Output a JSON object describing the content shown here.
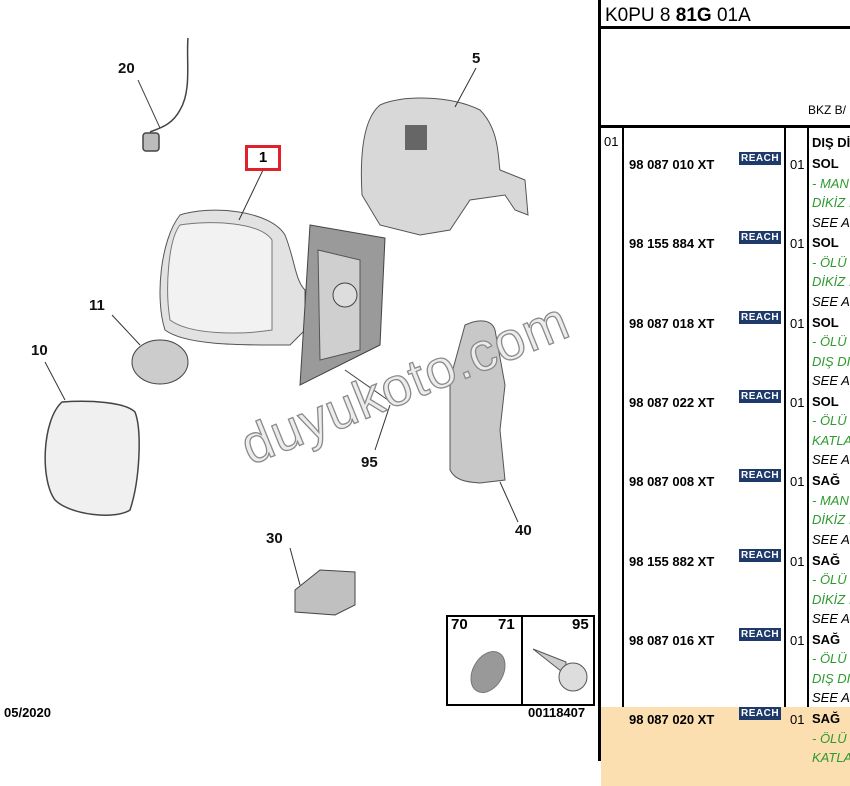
{
  "diagram": {
    "callouts": {
      "c20": "20",
      "c5": "5",
      "c1": "1",
      "c11": "11",
      "c10": "10",
      "c95": "95",
      "c40": "40",
      "c30": "30"
    },
    "inset": {
      "labels": [
        "70",
        "71",
        "95"
      ]
    },
    "reference": "00118407",
    "date": "05/2020",
    "watermark": "duyukoto.com"
  },
  "panel": {
    "title_prefix": "K0PU 8 ",
    "title_bold": "81G",
    "title_suffix": " 01A",
    "bkz": "BKZ B/",
    "group": "01",
    "group_title": "DIŞ Dİ",
    "badge": "REACH",
    "rows": [
      {
        "pn": "98 087 010 XT",
        "qty": "01",
        "side": "SOL",
        "g1": "- MAN",
        "g2": "DİKİZ .",
        "see": "SEE A"
      },
      {
        "pn": "98 155 884 XT",
        "qty": "01",
        "side": "SOL",
        "g1": "- ÖLÜ",
        "g2": "DİKİZ .",
        "see": "SEE A"
      },
      {
        "pn": "98 087 018 XT",
        "qty": "01",
        "side": "SOL",
        "g1": "- ÖLÜ",
        "g2": "DIŞ DI",
        "see": "SEE A"
      },
      {
        "pn": "98 087 022 XT",
        "qty": "01",
        "side": "SOL",
        "g1": "- ÖLÜ",
        "g2": "KATLA",
        "see": "SEE A"
      },
      {
        "pn": "98 087 008 XT",
        "qty": "01",
        "side": "SAĞ",
        "g1": "- MAN",
        "g2": "DİKİZ .",
        "see": "SEE A"
      },
      {
        "pn": "98 155 882 XT",
        "qty": "01",
        "side": "SAĞ",
        "g1": "- ÖLÜ",
        "g2": "DİKİZ .",
        "see": "SEE A"
      },
      {
        "pn": "98 087 016 XT",
        "qty": "01",
        "side": "SAĞ",
        "g1": "- ÖLÜ",
        "g2": "DIŞ DI",
        "see": "SEE A"
      },
      {
        "pn": "98 087 020 XT",
        "qty": "01",
        "side": "SAĞ",
        "g1": "- ÖLÜ",
        "g2": "KATLA",
        "see": ""
      }
    ]
  }
}
